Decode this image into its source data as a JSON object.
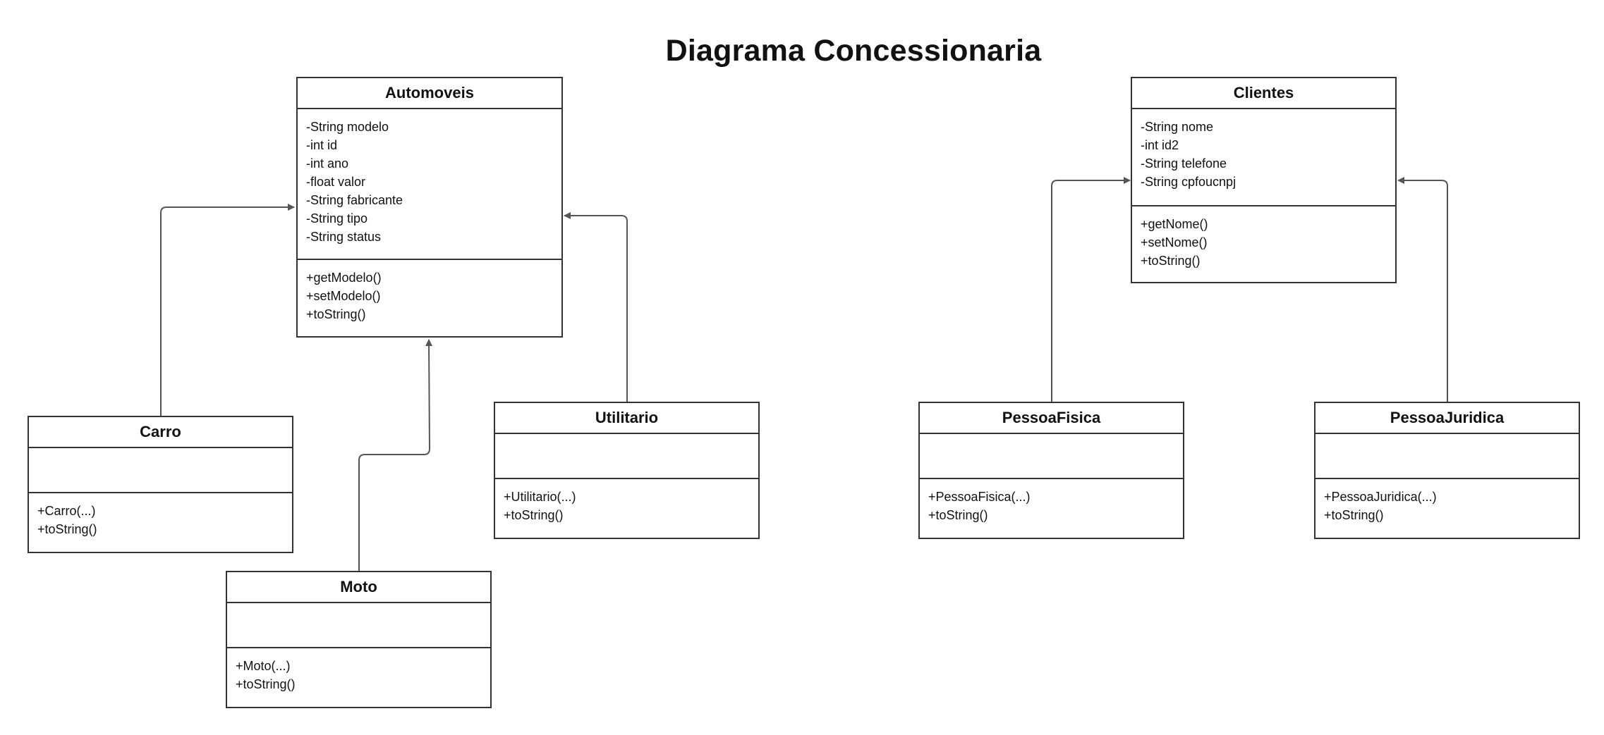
{
  "title": "Diagrama Concessionaria",
  "classes": {
    "automoveis": {
      "name": "Automoveis",
      "attributes": [
        "-String modelo",
        "-int id",
        "-int ano",
        "-float valor",
        "-String fabricante",
        "-String tipo",
        "-String status"
      ],
      "methods": [
        "+getModelo()",
        "+setModelo()",
        "+toString()"
      ]
    },
    "clientes": {
      "name": "Clientes",
      "attributes": [
        "-String nome",
        "-int id2",
        "-String telefone",
        "-String cpfoucnpj"
      ],
      "methods": [
        "+getNome()",
        "+setNome()",
        "+toString()"
      ]
    },
    "carro": {
      "name": "Carro",
      "attributes": [],
      "methods": [
        "+Carro(...)",
        "+toString()"
      ]
    },
    "moto": {
      "name": "Moto",
      "attributes": [],
      "methods": [
        "+Moto(...)",
        "+toString()"
      ]
    },
    "utilitario": {
      "name": "Utilitario",
      "attributes": [],
      "methods": [
        "+Utilitario(...)",
        "+toString()"
      ]
    },
    "pessoafisica": {
      "name": "PessoaFisica",
      "attributes": [],
      "methods": [
        "+PessoaFisica(...)",
        "+toString()"
      ]
    },
    "pessoajuridica": {
      "name": "PessoaJuridica",
      "attributes": [],
      "methods": [
        "+PessoaJuridica(...)",
        "+toString()"
      ]
    }
  },
  "relations": [
    {
      "from": "Carro",
      "to": "Automoveis",
      "type": "inheritance"
    },
    {
      "from": "Moto",
      "to": "Automoveis",
      "type": "inheritance"
    },
    {
      "from": "Utilitario",
      "to": "Automoveis",
      "type": "inheritance"
    },
    {
      "from": "PessoaFisica",
      "to": "Clientes",
      "type": "inheritance"
    },
    {
      "from": "PessoaJuridica",
      "to": "Clientes",
      "type": "inheritance"
    }
  ],
  "colors": {
    "border": "#333333",
    "connector": "#555555",
    "text": "#111111",
    "background": "#ffffff"
  }
}
